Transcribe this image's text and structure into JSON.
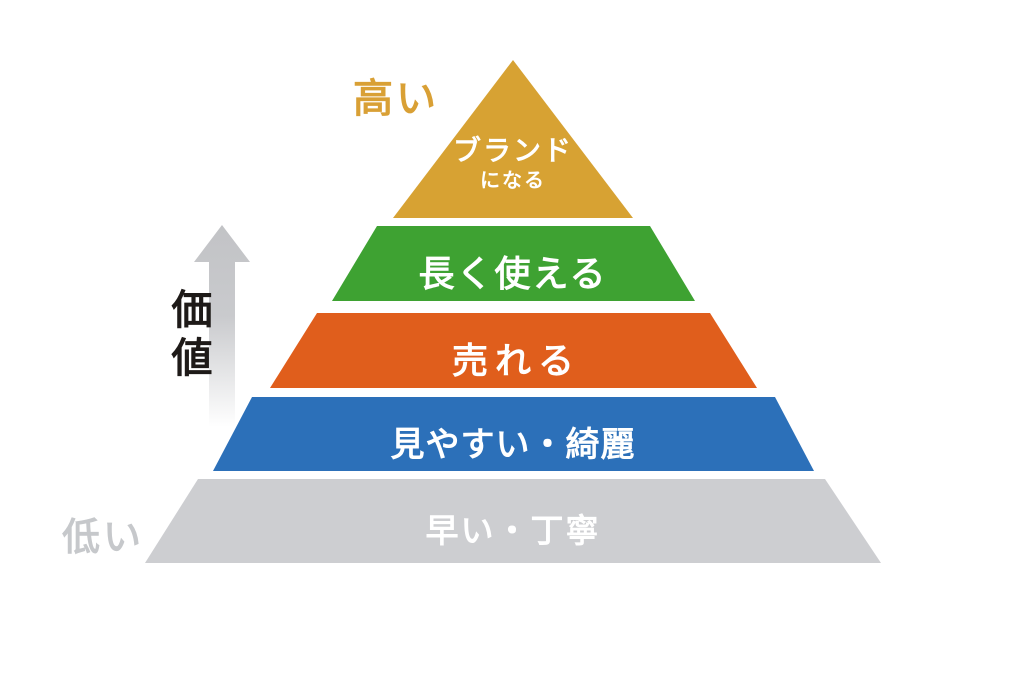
{
  "diagram": {
    "type": "pyramid",
    "description": "Value pyramid diagram (Japanese): levels of value from fast/polite work up to becoming a brand",
    "value_axis": {
      "label": "価値",
      "high": "高い",
      "low": "低い",
      "high_color": "#d9a035",
      "low_color": "#c6c8cb",
      "label_color": "#1e1a18",
      "arrow": {
        "direction": "up",
        "top_color": "#c2c3c6",
        "bottom_color": "#ffffff"
      }
    },
    "levels": [
      {
        "rank": 1,
        "label": "ブランド",
        "sublabel": "になる",
        "color": "#d7a233",
        "text_color": "#ffffff"
      },
      {
        "rank": 2,
        "label": "長く使える",
        "color": "#3ea232",
        "text_color": "#ffffff"
      },
      {
        "rank": 3,
        "label": "売れる",
        "color": "#e05e1c",
        "text_color": "#ffffff"
      },
      {
        "rank": 4,
        "label": "見やすい・綺麗",
        "color": "#2c70b9",
        "text_color": "#ffffff"
      },
      {
        "rank": 5,
        "label": "早い・丁寧",
        "color": "#cdced1",
        "text_color": "#ffffff"
      }
    ]
  }
}
